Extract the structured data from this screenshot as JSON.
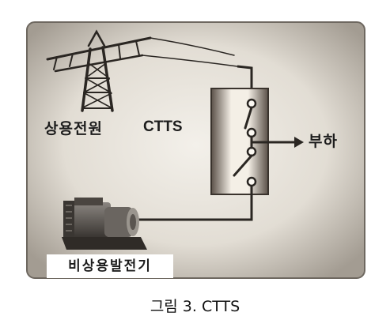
{
  "labels": {
    "source": "상용전원",
    "switch": "CTTS",
    "load": "부하",
    "backup": "비상용발전기"
  },
  "caption": "그림 3. CTTS"
}
